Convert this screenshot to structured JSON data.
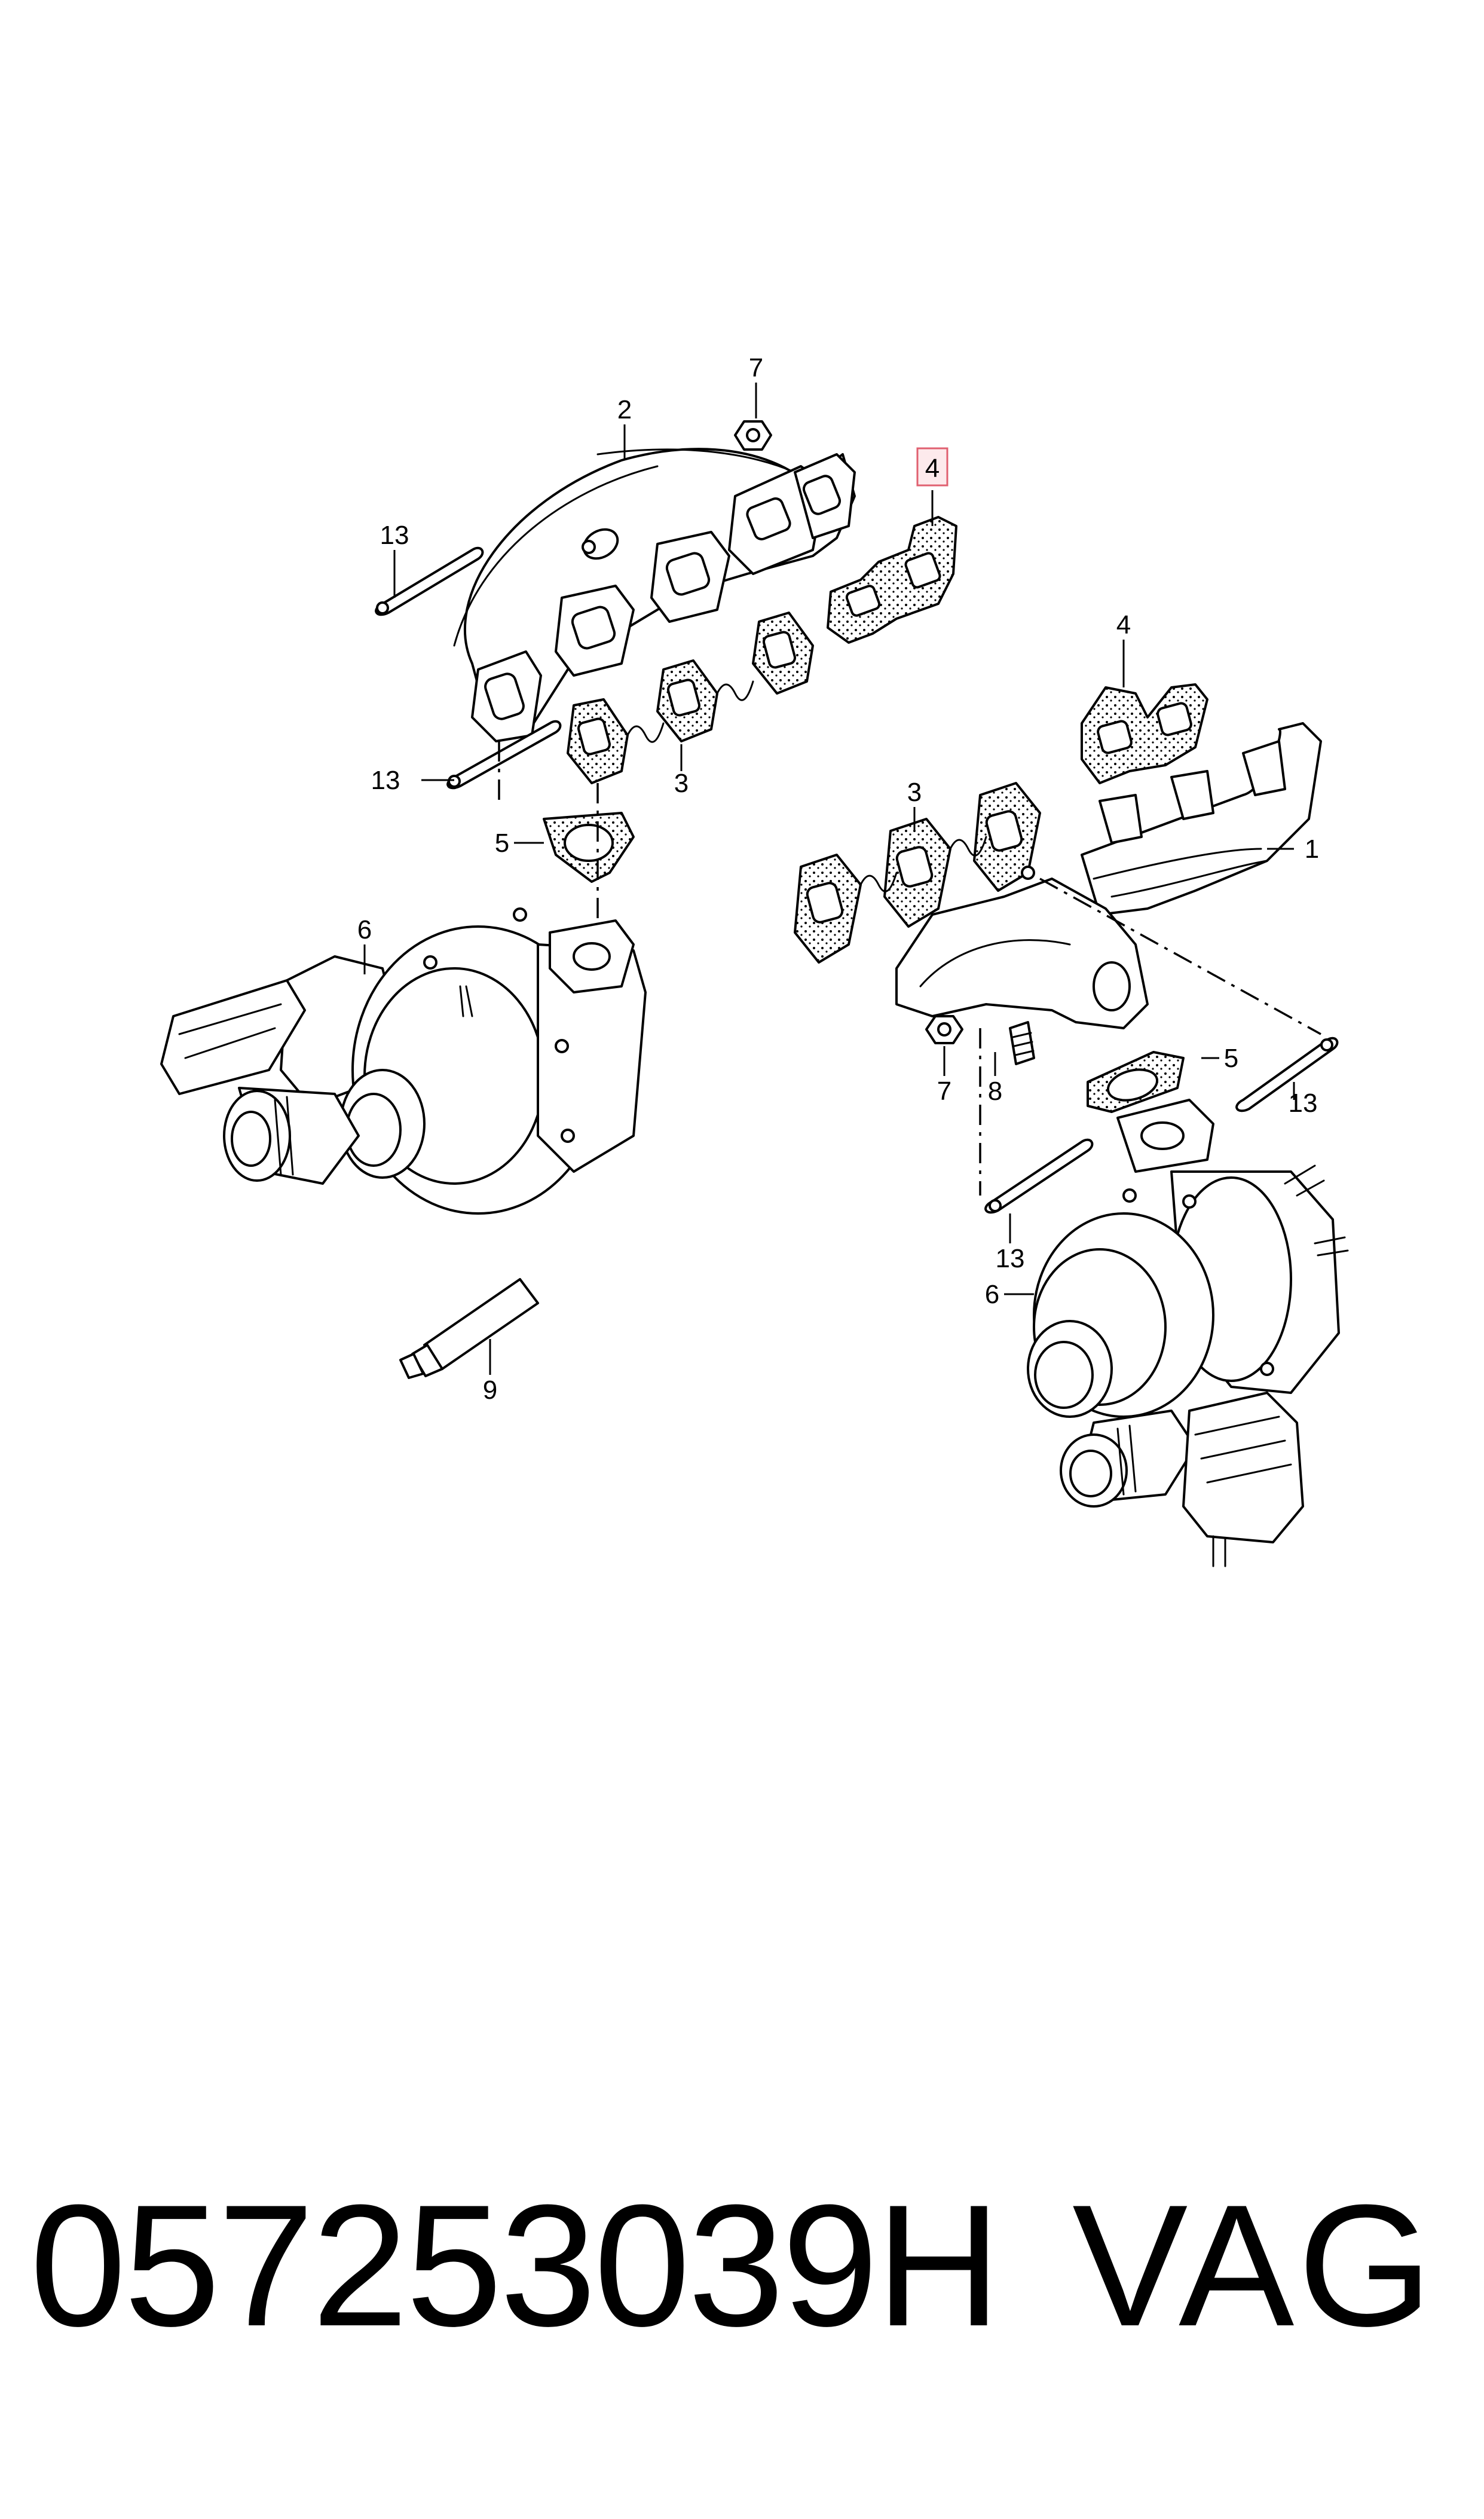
{
  "callouts": {
    "c1": "1",
    "c2": "2",
    "c3a": "3",
    "c3b": "3",
    "c4a": "4",
    "c4b": "4",
    "c5a": "5",
    "c5b": "5",
    "c6a": "6",
    "c6b": "6",
    "c7a": "7",
    "c7b": "7",
    "c8": "8",
    "c9": "9",
    "c13a": "13",
    "c13b": "13",
    "c13c": "13",
    "c13d": "13"
  },
  "highlight": {
    "callout": "4",
    "color": "#e06070"
  },
  "footer": {
    "part_number": "057253039H",
    "brand": "VAG"
  }
}
